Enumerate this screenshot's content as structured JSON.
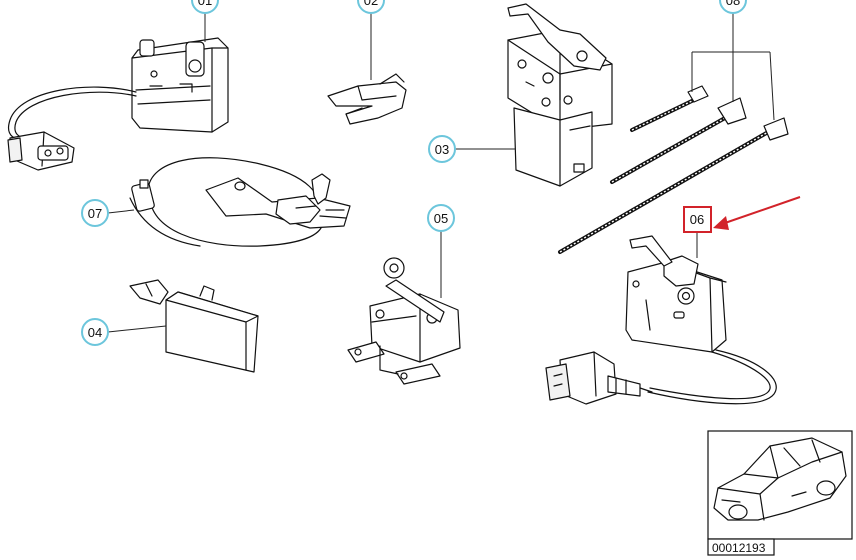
{
  "callouts": {
    "c01": "01",
    "c02": "02",
    "c03": "03",
    "c04": "04",
    "c05": "05",
    "c06": "06",
    "c07": "07",
    "c08": "08"
  },
  "reference": {
    "diagram_number": "00012193"
  },
  "colors": {
    "callout_ring": "#6cc6dc",
    "highlight": "#d2232a"
  }
}
